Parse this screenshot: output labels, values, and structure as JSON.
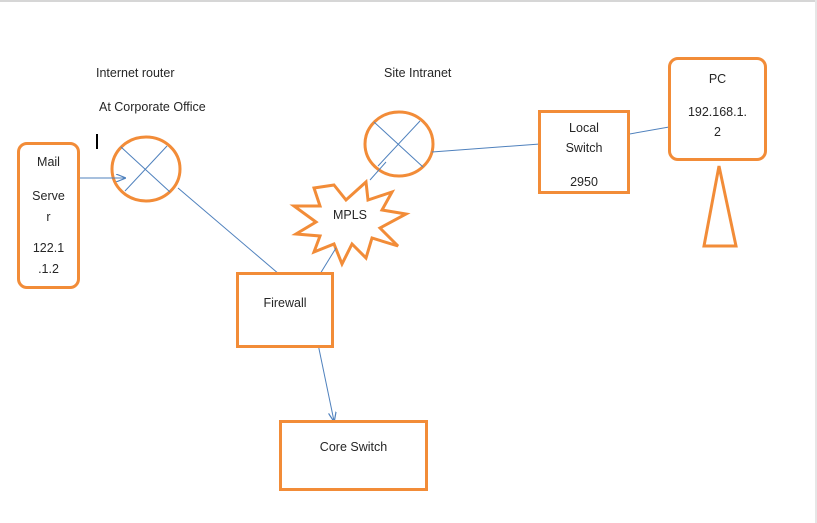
{
  "labels": {
    "internet_router": "Internet router",
    "corporate_office": "At Corporate Office",
    "site_intranet": "Site Intranet"
  },
  "mail_server": {
    "line1": "Mail",
    "line2": "Serve",
    "line3": "r",
    "ip1": "122.1",
    "ip2": ".1.2"
  },
  "mpls": "MPLS",
  "firewall": "Firewall",
  "core_switch": "Core Switch",
  "local_switch": {
    "line1": "Local",
    "line2": "Switch",
    "model": "2950"
  },
  "pc": {
    "title": "PC",
    "ip1": "192.168.1.",
    "ip2": "2"
  },
  "colors": {
    "node_outline": "#f28c38",
    "link": "#4f81bd"
  }
}
